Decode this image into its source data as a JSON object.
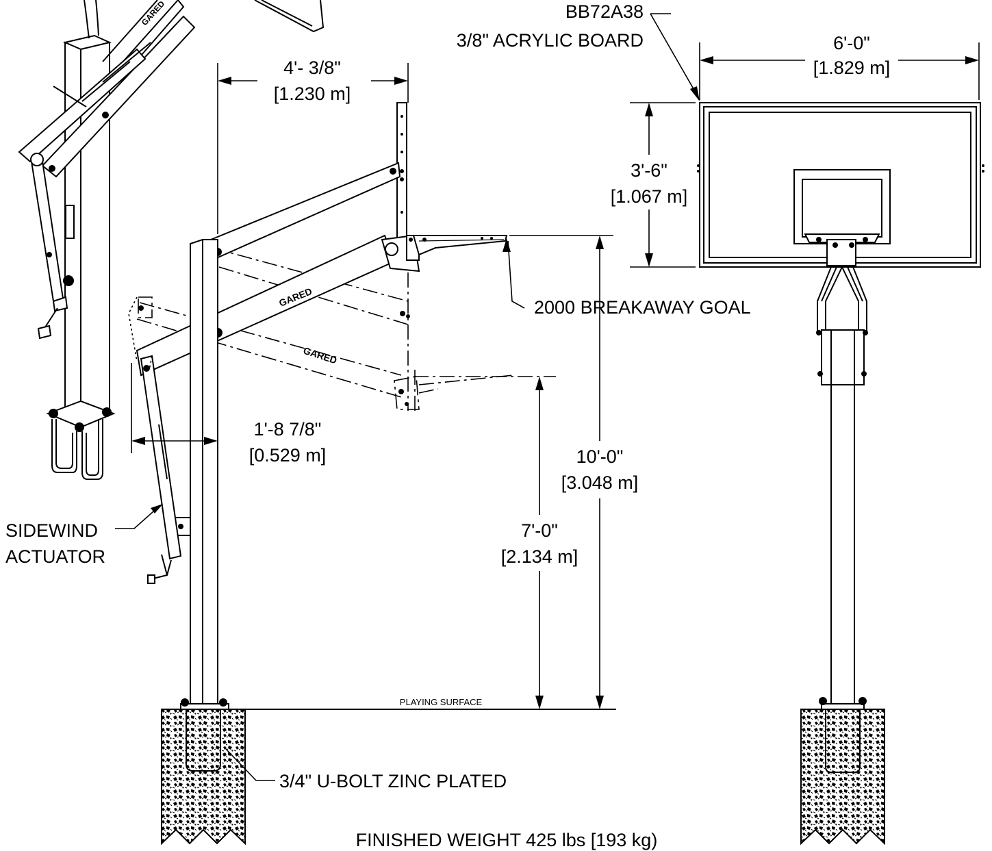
{
  "labels": {
    "backboard_model": "BB72A38",
    "backboard_desc": "3/8\" ACRYLIC BOARD",
    "width_ft": "6'-0\"",
    "width_m": "[1.829 m]",
    "height_ft": "3'-6\"",
    "height_m": "[1.067 m]",
    "extension_ft": "4'- 3/8\"",
    "extension_m": "[1.230 m]",
    "goal": "2000 BREAKAWAY GOAL",
    "rim_high_ft": "10'-0\"",
    "rim_high_m": "[3.048 m]",
    "rim_low_ft": "7'-0\"",
    "rim_low_m": "[2.134 m]",
    "offset_ft": "1'-8 7/8\"",
    "offset_m": "[0.529 m]",
    "actuator_line1": "SIDEWIND",
    "actuator_line2": "ACTUATOR",
    "surface": "PLAYING SURFACE",
    "ubolt": "3/4\" U-BOLT ZINC PLATED",
    "weight": "FINISHED WEIGHT 425 lbs [193 kg)",
    "brand": "GARED"
  }
}
